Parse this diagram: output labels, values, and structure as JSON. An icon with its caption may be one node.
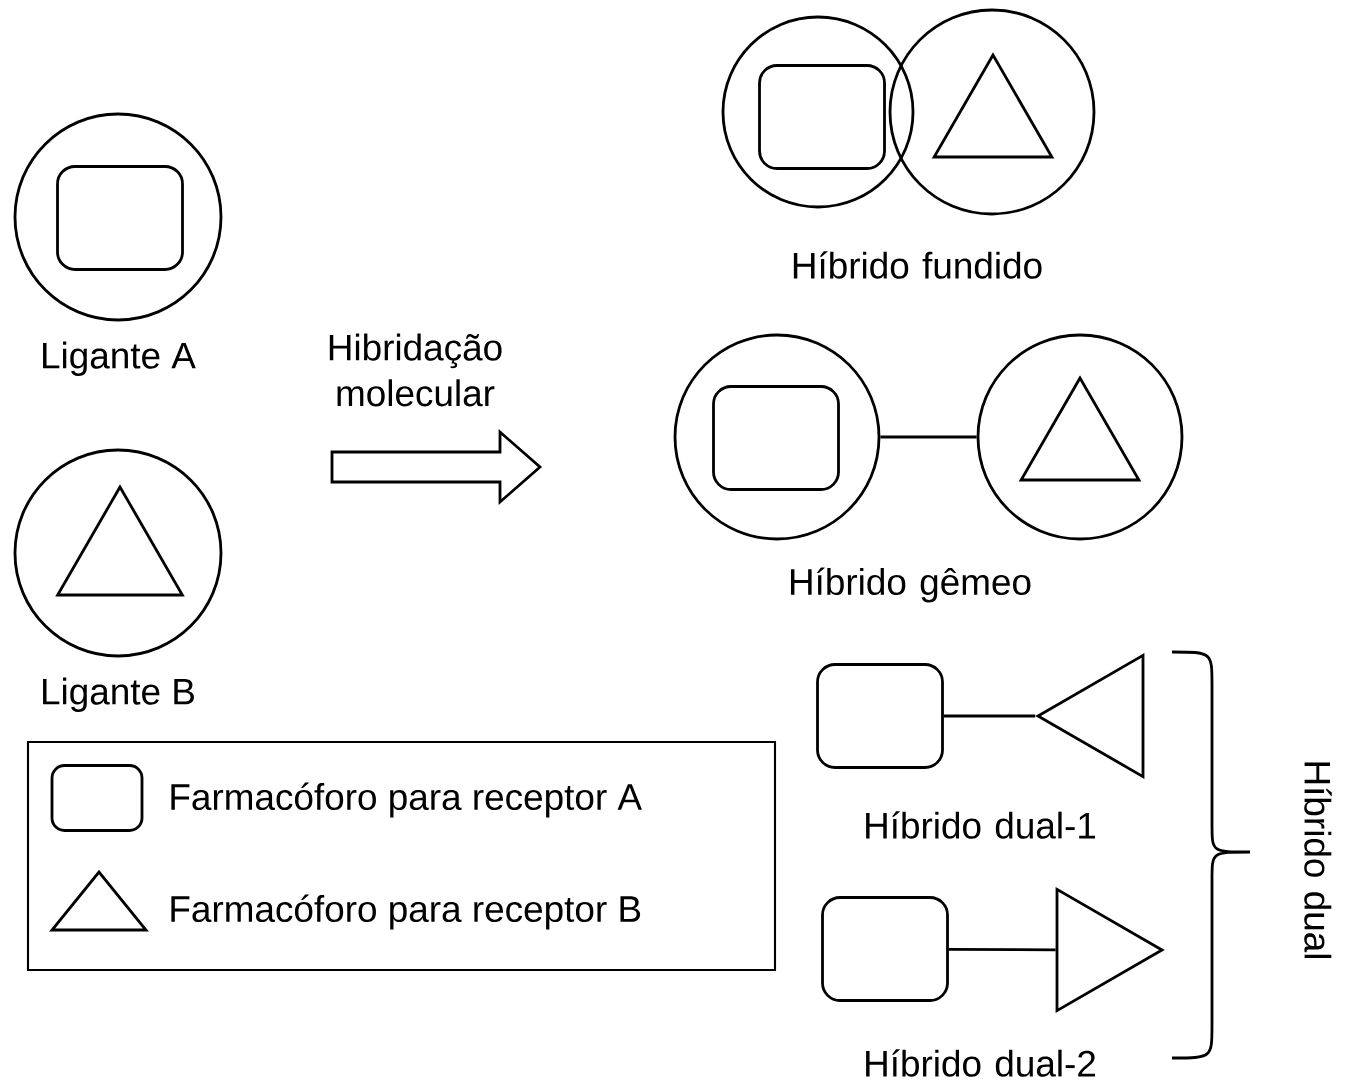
{
  "diagram": {
    "nodes": [
      {
        "text": [
          "Ligante A"
        ]
      },
      {
        "text": [],
        "shape": "box",
        "in": 0
      },
      {
        "text": [
          "Ligante B"
        ]
      },
      {
        "text": [],
        "shape": "triangle",
        "in": 2
      },
      {
        "text": [],
        "shape": "circle"
      },
      {
        "text": [],
        "shape": "circle"
      },
      {
        "text": [],
        "shape": "box",
        "in": 4
      },
      {
        "text": [],
        "shape": "triangle",
        "in": 5
      },
      {
        "text": [],
        "shape": "circle"
      },
      {
        "text": [],
        "shape": "circle"
      },
      {
        "text": [],
        "shape": "box",
        "in": 8
      },
      {
        "text": [],
        "shape": "triangle",
        "in": 9
      },
      {
        "text": [],
        "shape": "box"
      },
      {
        "text": [],
        "shape": "triangle"
      },
      {
        "text": [],
        "shape": "box"
      },
      {
        "text": [],
        "shape": "triangle"
      }
    ],
    "edges": [
      {
        "from": 8,
        "to": 9,
        "arrow": "none"
      },
      {
        "from": 12,
        "to": 13,
        "arrow": "none"
      },
      {
        "from": 14,
        "to": 15,
        "arrow": "none"
      }
    ],
    "labels": [
      "Hibridação molecular",
      "Híbrido fundido",
      "Híbrido gêmeo",
      "Híbrido dual-1",
      "Híbrido dual-2",
      "Híbrido dual"
    ],
    "legend": [
      {
        "text": "Farmacóforo para receptor A"
      },
      {
        "text": "Farmacóforo para receptor B"
      }
    ]
  }
}
